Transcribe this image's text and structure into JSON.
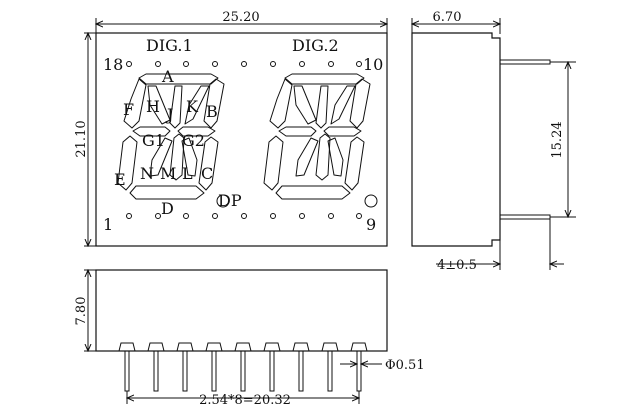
{
  "front_view": {
    "width_dim": "25.20",
    "height_dim": "21.10",
    "digit1_label": "DIG.1",
    "digit2_label": "DIG.2",
    "pin_18": "18",
    "pin_10": "10",
    "pin_1": "1",
    "pin_9": "9",
    "segments": {
      "A": "A",
      "B": "B",
      "C": "C",
      "D": "D",
      "E": "E",
      "F": "F",
      "G1": "G1",
      "G2": "G2",
      "H": "H",
      "J": "J",
      "K": "K",
      "L": "L",
      "M": "M",
      "N": "N",
      "DP": "DP"
    }
  },
  "side_view": {
    "depth_dim": "6.70",
    "pin_row_spacing": "15.24",
    "pin_length": "4±0.5"
  },
  "bottom_view": {
    "height_dim": "7.80",
    "pin_pitch": "2.54*8=20.32",
    "pin_diameter": "Φ0.51"
  }
}
